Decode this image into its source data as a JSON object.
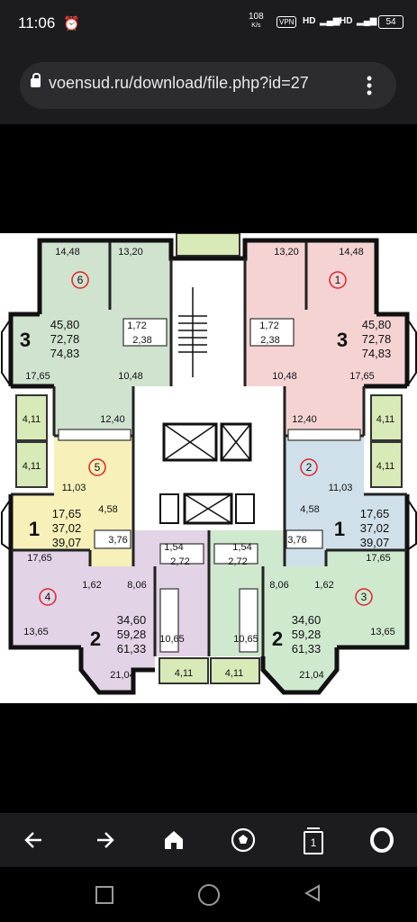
{
  "status_bar": {
    "time": "11:06",
    "alarm_icon": "alarm-clock-icon",
    "net_speed_value": "108",
    "net_speed_unit": "K/s",
    "vpn_label": "VPN",
    "network_1": "HD",
    "network_2": "HD",
    "battery": "54"
  },
  "browser": {
    "url": "voensud.ru/download/file.php?id=27",
    "menu_icon": "kebab-menu-icon"
  },
  "plan": {
    "apartments": {
      "a6": {
        "number": "6",
        "rooms": "3",
        "area1": "45,80",
        "area2": "72,78",
        "area3": "74,83",
        "room_a": "14,48",
        "room_b": "13,20",
        "room_c": "17,65",
        "room_d": "10,48",
        "kitchen": "12,40",
        "bath": "1,72",
        "bath2": "2,38"
      },
      "a1": {
        "number": "1",
        "rooms": "3",
        "area1": "45,80",
        "area2": "72,78",
        "area3": "74,83",
        "room_a": "13,20",
        "room_b": "14,48",
        "room_c": "17,65",
        "room_d": "10,48",
        "kitchen": "12,40",
        "bath": "1,72",
        "bath2": "2,38"
      },
      "a5": {
        "number": "5",
        "rooms": "1",
        "area1": "17,65",
        "area2": "37,02",
        "area3": "39,07",
        "kitchen": "11,03",
        "hall": "4,58",
        "bath": "3,76",
        "room": "17,65"
      },
      "a2": {
        "number": "2",
        "rooms": "1",
        "area1": "17,65",
        "area2": "37,02",
        "area3": "39,07",
        "kitchen": "11,03",
        "hall": "4,58",
        "bath": "3,76",
        "room": "17,65"
      },
      "a4": {
        "number": "4",
        "rooms": "2",
        "area1": "34,60",
        "area2": "59,28",
        "area3": "61,33",
        "room_a": "13,65",
        "hall": "1,62",
        "room_b": "8,06",
        "kitchen": "10,65",
        "room_c": "21,04",
        "bath": "1,54",
        "bath2": "2,72"
      },
      "a3": {
        "number": "3",
        "rooms": "2",
        "area1": "34,60",
        "area2": "59,28",
        "area3": "61,33",
        "room_a": "13,65",
        "hall": "1,62",
        "room_b": "8,06",
        "kitchen": "10,65",
        "room_c": "21,04",
        "bath": "1,54",
        "bath2": "2,72"
      }
    },
    "balconies": {
      "b1": "4,11",
      "b2": "4,11",
      "b3": "4,11",
      "b4": "4,11",
      "b5": "4,11",
      "b6": "4,11"
    }
  },
  "bottom_nav": {
    "back_icon": "arrow-left-icon",
    "forward_icon": "arrow-right-icon",
    "home_icon": "home-icon",
    "football_icon": "soccer-ball-icon",
    "tabs_count": "1",
    "opera_icon": "opera-icon"
  },
  "colors": {
    "pink": "#f5d3d3",
    "green": "#cfe3cf",
    "yellow": "#f7f0b8",
    "blue": "#cfe0ea",
    "lilac": "#e3d3e6",
    "mint": "#cfe9cf",
    "balcony": "#d8eab8",
    "number_red": "#e0232b"
  }
}
